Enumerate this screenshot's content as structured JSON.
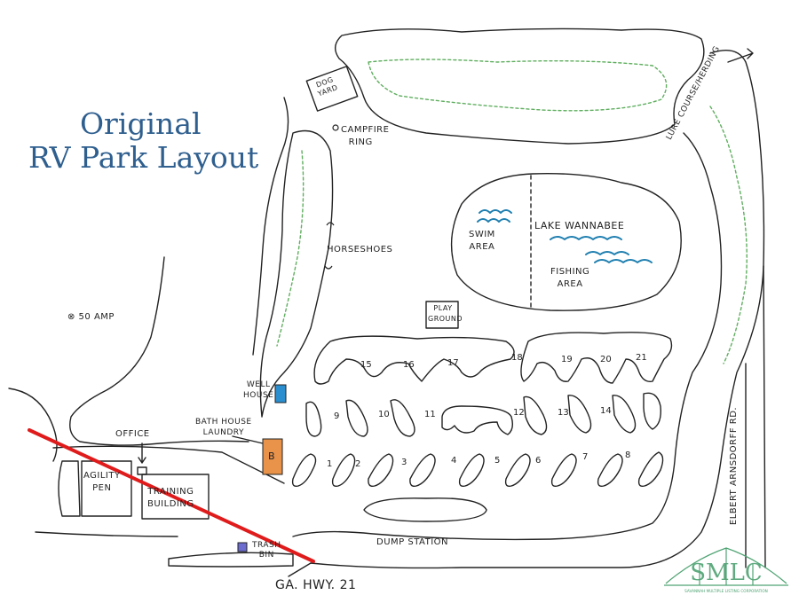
{
  "title": {
    "line1": "Original",
    "line2": "RV Park Layout"
  },
  "labels": {
    "dog_yard_1": "DOG",
    "dog_yard_2": "YARD",
    "campfire_1": "CAMPFIRE",
    "campfire_2": "RING",
    "horseshoes": "HORSESHOES",
    "lake": "LAKE WANNABEE",
    "swim_1": "SWIM",
    "swim_2": "AREA",
    "fishing_1": "FISHING",
    "fishing_2": "AREA",
    "play_1": "PLAY",
    "play_2": "GROUND",
    "fifty_amp": "⊗ 50 AMP",
    "well_1": "WELL",
    "well_2": "HOUSE",
    "bath_1": "BATH HOUSE",
    "bath_2": "LAUNDRY",
    "office": "OFFICE",
    "agility_1": "AGILITY",
    "agility_2": "PEN",
    "training_1": "TRAINING",
    "training_2": "BUILDING",
    "trash_1": "TRASH",
    "trash_2": "BIN",
    "dump": "DUMP STATION",
    "highway": "GA. HWY. 21",
    "elbert": "ELBERT ARNSDORFF RD.",
    "lure": "LURE COURSE/HERDING",
    "bath_letter": "B"
  },
  "sites": [
    "1",
    "2",
    "3",
    "4",
    "5",
    "6",
    "7",
    "8",
    "9",
    "10",
    "11",
    "12",
    "13",
    "14",
    "15",
    "16",
    "17",
    "18",
    "19",
    "20",
    "21"
  ],
  "logo": {
    "text": "SMLC",
    "sub": "SAVANNAH MULTIPLE LISTING CORPORATION"
  },
  "colors": {
    "title": "#2f5f8f",
    "ink": "#222222",
    "trail": "#5fae5f",
    "water": "#1f7fb0",
    "well_house": "#2b8fcf",
    "bath_house": "#e8924a",
    "strike": "#e01b1b",
    "logo": "#4fa373"
  }
}
